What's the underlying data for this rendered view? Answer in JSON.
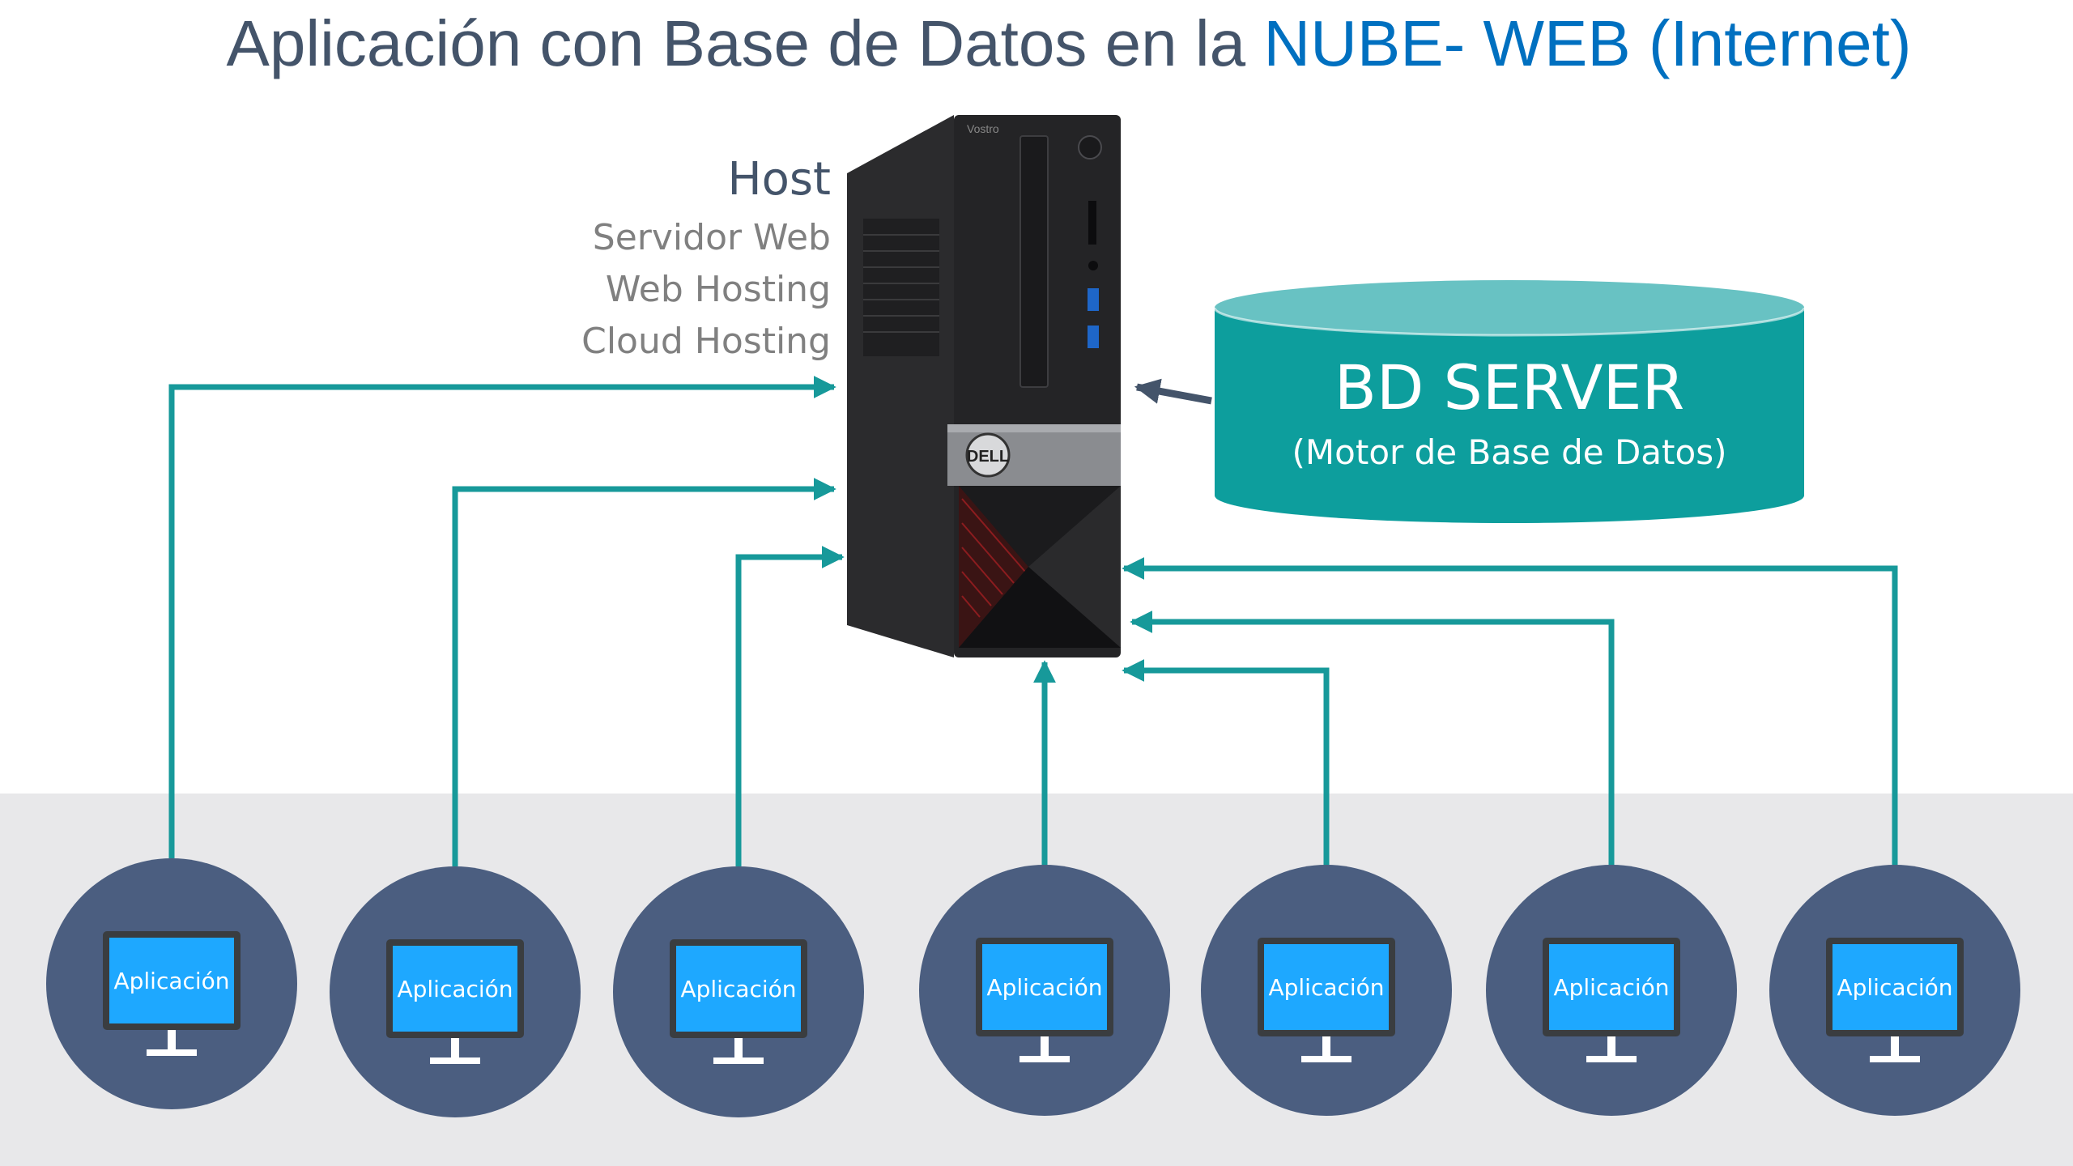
{
  "title": {
    "part1": "Aplicación con Base de Datos en la ",
    "part2": "NUBE- WEB (Internet)"
  },
  "host": {
    "title": "Host",
    "lines": [
      "Servidor Web",
      "Web Hosting",
      "Cloud Hosting"
    ],
    "brand_label": "Vostro",
    "logo_label": "DELL"
  },
  "database": {
    "title": "BD SERVER",
    "subtitle": "(Motor de Base de Datos)"
  },
  "clients": [
    {
      "label": "Aplicación"
    },
    {
      "label": "Aplicación"
    },
    {
      "label": "Aplicación"
    },
    {
      "label": "Aplicación"
    },
    {
      "label": "Aplicación"
    },
    {
      "label": "Aplicación"
    },
    {
      "label": "Aplicación"
    }
  ],
  "colors": {
    "title": "#44546a",
    "title_highlight": "#0070c0",
    "connector": "#17999a",
    "db_body": "#0d9e9d",
    "db_top": "#68c2c3",
    "client_circle": "#4b5e80",
    "screen": "#1ea8ff",
    "floor": "#e8e8ea"
  }
}
